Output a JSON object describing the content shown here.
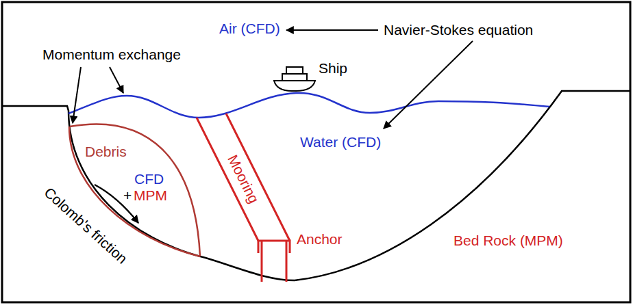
{
  "diagram": {
    "nodes": [
      {
        "text": [
          "Ship"
        ]
      },
      {
        "text": [
          "Debris",
          "CFD",
          "+",
          "MPM"
        ]
      },
      {
        "text": [
          "Mooring"
        ]
      },
      {
        "text": [
          "Anchor"
        ]
      }
    ],
    "labels": [
      "Air (CFD)",
      "Navier-Stokes equation",
      "Momentum exchange",
      "Water (CFD)",
      "Colomb's friction",
      "Bed Rock (MPM)"
    ]
  }
}
